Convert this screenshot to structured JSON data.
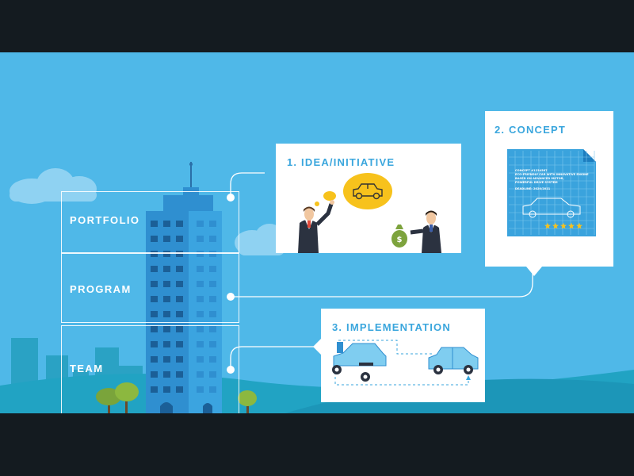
{
  "levels": [
    {
      "id": "portfolio",
      "label": "PORTFOLIO"
    },
    {
      "id": "program",
      "label": "PROGRAM"
    },
    {
      "id": "team",
      "label": "TEAM"
    }
  ],
  "stages": [
    {
      "id": "idea",
      "title": "1. IDEA/INITIATIVE"
    },
    {
      "id": "concept",
      "title": "2. CONCEPT"
    },
    {
      "id": "implementation",
      "title": "3. IMPLEMENTATION"
    }
  ],
  "concept_sheet": {
    "lines": [
      "CONCEPT #1234567",
      "ECO-FRIENDLY CAR WITH INNOVATIVE ENGINE",
      "BASED ON ADVANCED MOTOR,",
      "POWERFUL DRIVE SYSTEM",
      "DEADLINE: 2020/2021"
    ],
    "rating": 5,
    "rating_max": 5
  },
  "colors": {
    "sky": "#4fb8e8",
    "tower": "#2f8fd0",
    "accent_title": "#3aa6dd",
    "blueprint": "#3aa3dd",
    "coin_yellow": "#f7c21c",
    "money_bag": "#7da33d"
  },
  "icons": [
    "building-icon",
    "car-icon",
    "money-bag-icon",
    "thought-bubble-icon",
    "star-icon",
    "tree-icon",
    "cloud-icon"
  ]
}
